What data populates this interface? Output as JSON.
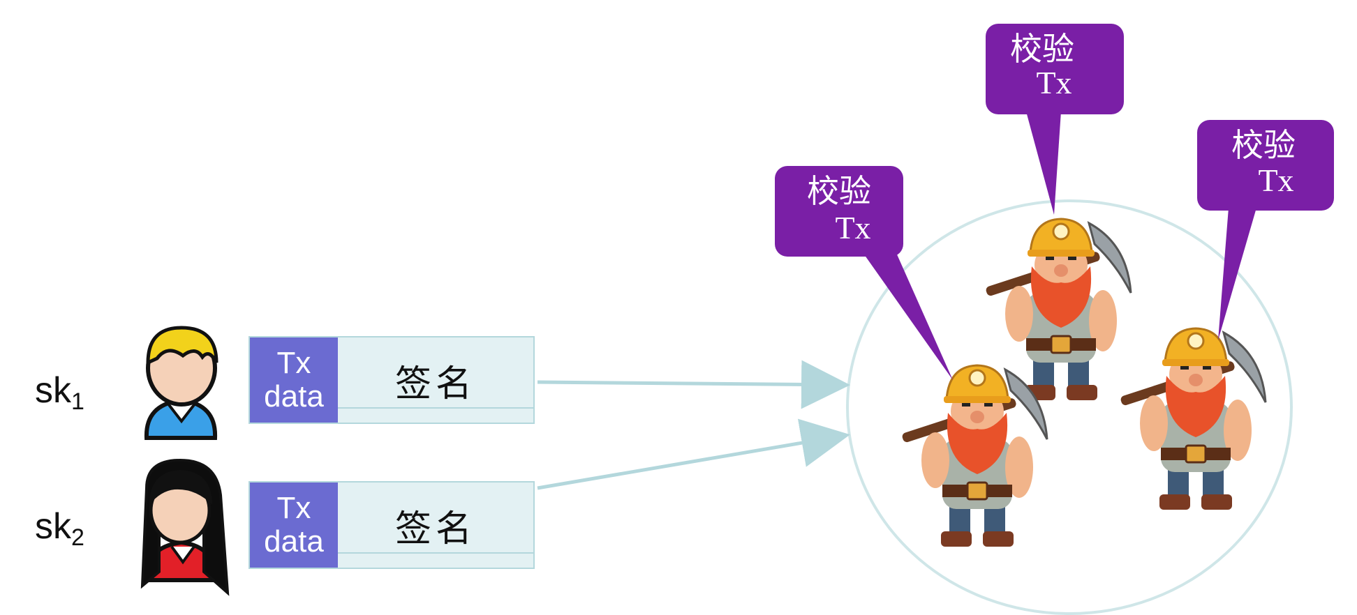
{
  "senders": [
    {
      "key_base": "sk",
      "key_sub": "1",
      "tx_line1": "Tx",
      "tx_line2": "data",
      "signature": "签名"
    },
    {
      "key_base": "sk",
      "key_sub": "2",
      "tx_line1": "Tx",
      "tx_line2": "data",
      "signature": "签名"
    }
  ],
  "bubbles": [
    {
      "line1": "校验",
      "line2": "Tx"
    },
    {
      "line1": "校验",
      "line2": "Tx"
    },
    {
      "line1": "校验",
      "line2": "Tx"
    }
  ],
  "colors": {
    "bubble": "#7a1fa6",
    "tx_data": "#6b6bd1",
    "tx_box": "#e3f1f3",
    "arrow": "#b3d7dc",
    "circle": "#cfe6e8"
  },
  "icons": [
    "user-blond-icon",
    "user-black-hair-icon",
    "miner-dwarf-icon"
  ]
}
